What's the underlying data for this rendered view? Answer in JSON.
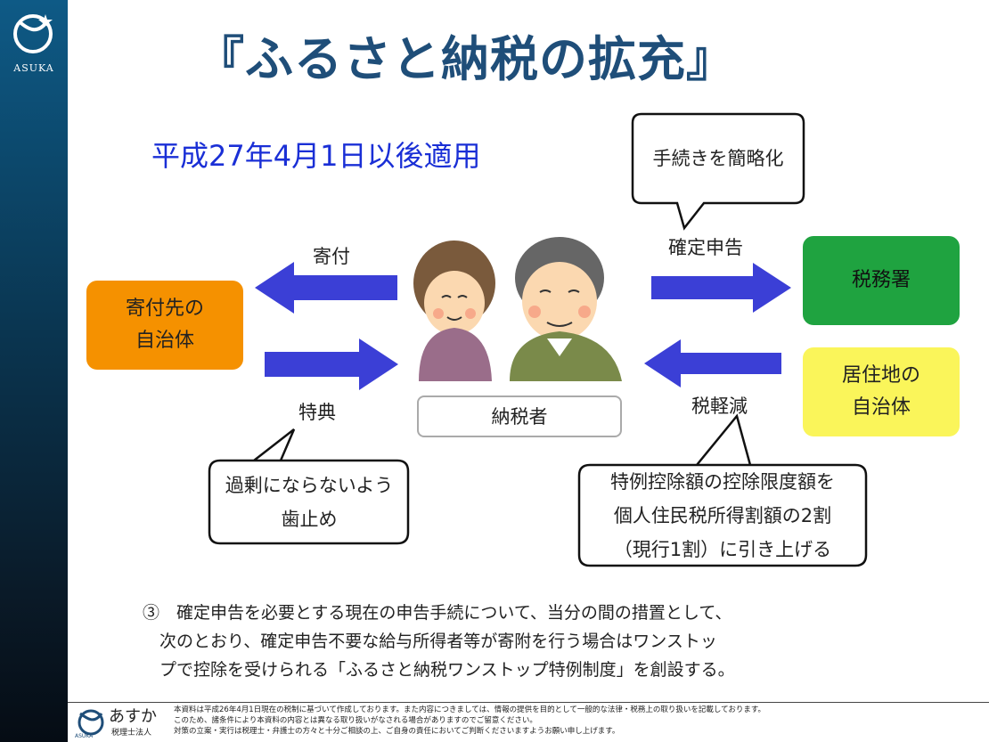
{
  "brand": {
    "sidebar_logo_text": "ASUKA",
    "footer_name": "あすか",
    "footer_sub": "税理士法人",
    "footer_logo_text": "ASUKA"
  },
  "title": "『ふるさと納税の拡充』",
  "effective_date": "平成27年4月1日以後適用",
  "boxes": {
    "donation_target": [
      "寄付先の",
      "自治体"
    ],
    "tax_office": "税務署",
    "residence": [
      "居住地の",
      "自治体"
    ],
    "taxpayer": "納税者"
  },
  "arrows": {
    "donation": "寄付",
    "benefit": "特典",
    "tax_return": "確定申告",
    "tax_reduction": "税軽減"
  },
  "callouts": {
    "simplify": "手続きを簡略化",
    "limit": [
      "過剰にならないよう",
      "歯止め"
    ],
    "deduction": [
      "特例控除額の控除限度額を",
      "個人住民税所得割額の2割",
      "（現行1割）に引き上げる"
    ]
  },
  "note_lines": [
    "③　確定申告を必要とする現在の申告手続について、当分の間の措置として、",
    "　次のとおり、確定申告不要な給与所得者等が寄附を行う場合はワンストッ",
    "　プで控除を受けられる「ふるさと納税ワンストップ特例制度」を創設する。"
  ],
  "disclaimer_lines": [
    "本資料は平成26年4月1日現在の税制に基づいて作成しております。また内容につきましては、情報の提供を目的として一般的な法律・税務上の取り扱いを記載しております。",
    "このため、諸条件により本資料の内容とは異なる取り扱いがなされる場合がありますのでご留意ください。",
    "対策の立案・実行は税理士・弁護士の方々と十分ご相談の上、ご自身の責任においてご判断くださいますようお願い申し上げます。"
  ],
  "colors": {
    "title": "#1f4e79",
    "date": "#1a2fd6",
    "arrow": "#3b3fd6",
    "orange": "#f59100",
    "green": "#1fa340",
    "yellow": "#faf55a"
  }
}
